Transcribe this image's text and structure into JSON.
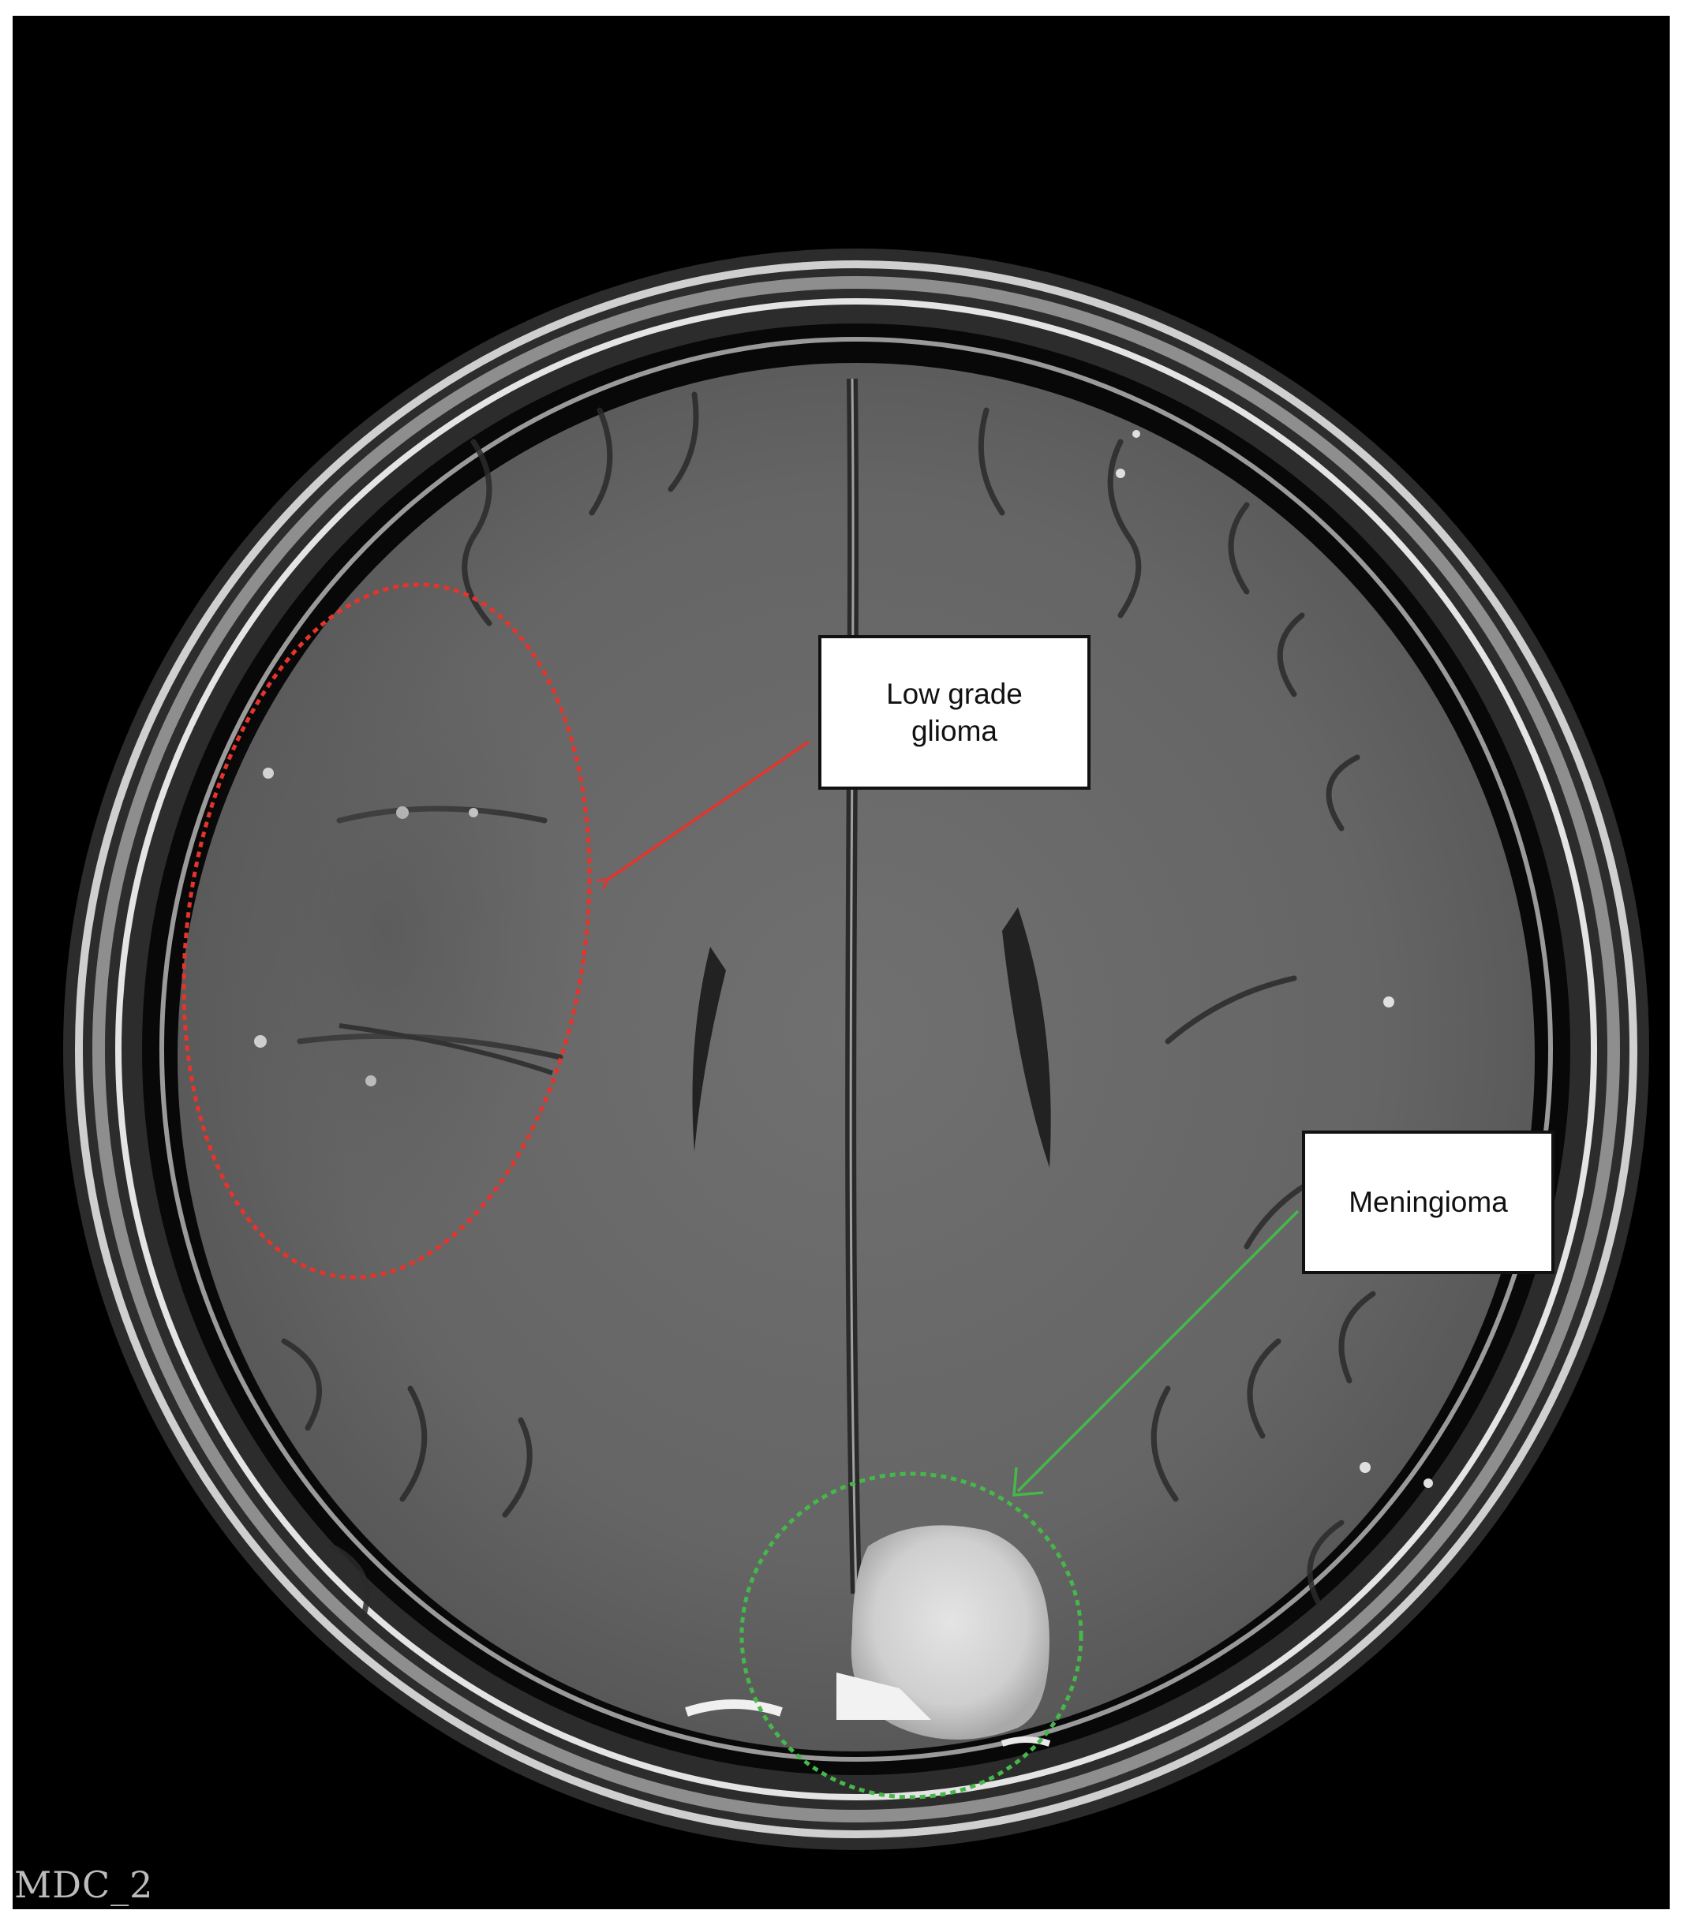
{
  "image": {
    "description_icon": "axial-brain-mri-icon",
    "colors": {
      "background": "#000000",
      "frame": "#ffffff",
      "brain_tissue": "#6a6a6a",
      "glioma_marker": "#e5342a",
      "meningioma_marker": "#46b84a",
      "tumor_enhancement": "#d8d8d8"
    }
  },
  "annotations": {
    "glioma_label": "Low grade\nglioma",
    "meningioma_label": "Meningioma"
  },
  "series_label": "MDC_2"
}
